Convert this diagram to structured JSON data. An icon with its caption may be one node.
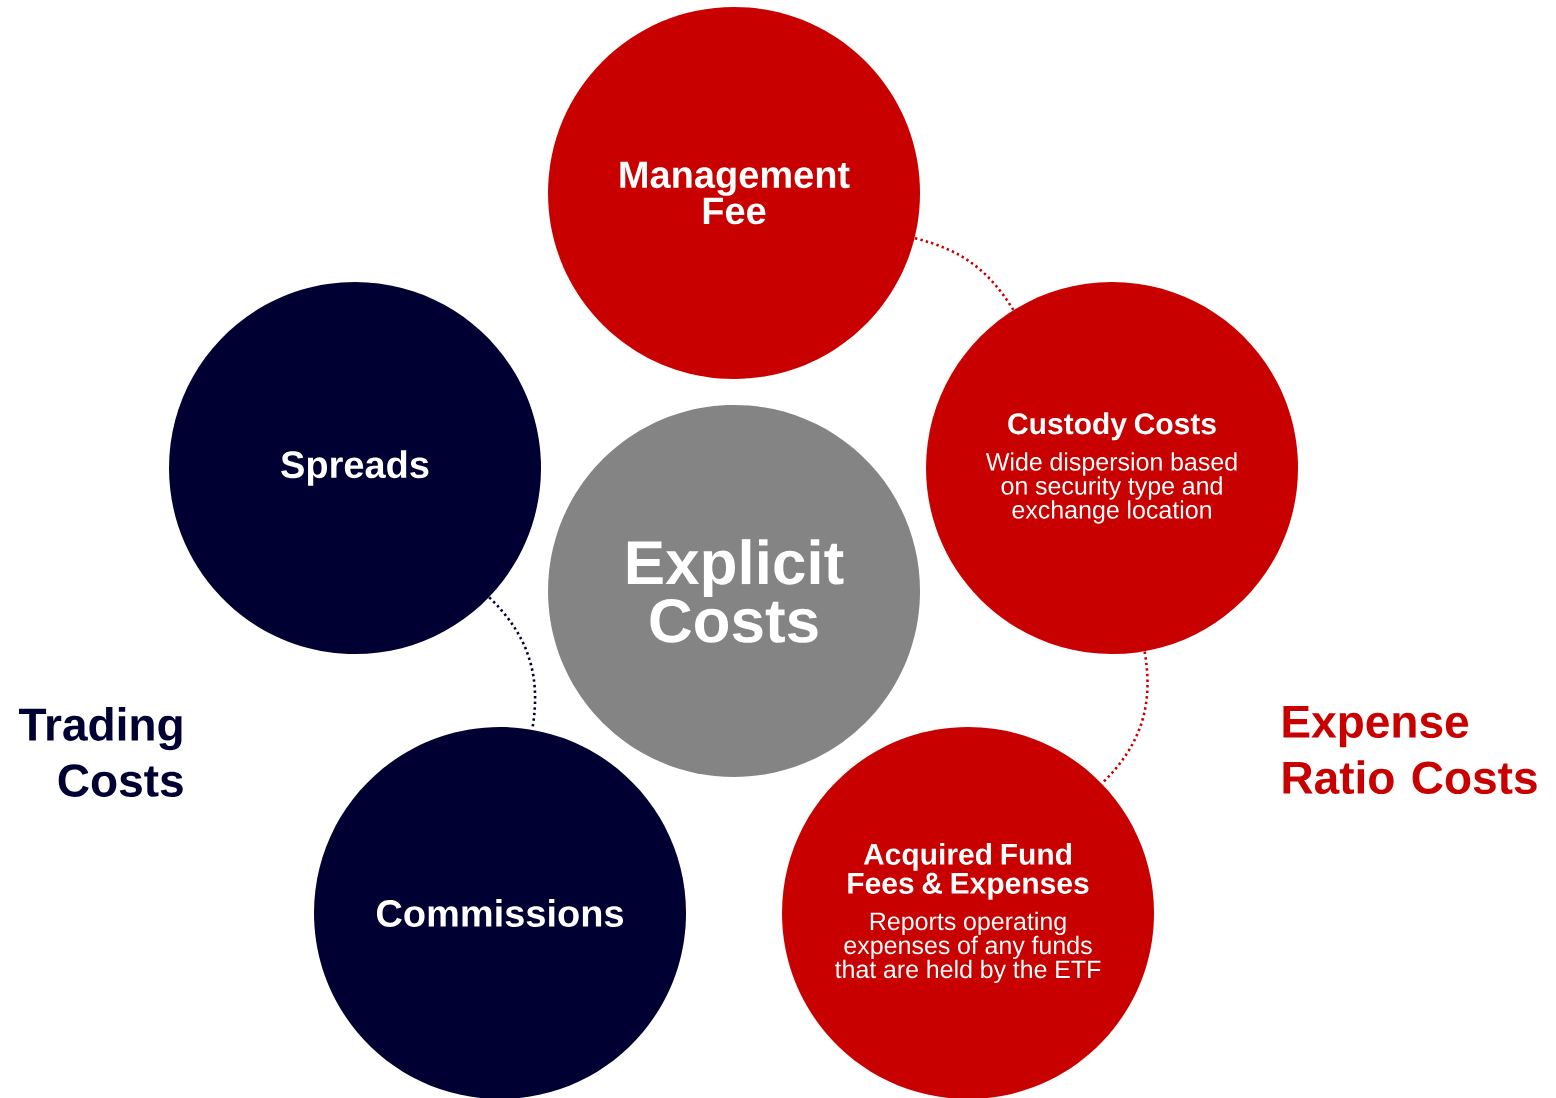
{
  "diagram": {
    "nodes": [
      {
        "text": [
          "Management Fee"
        ]
      },
      {
        "text": [
          "Spreads"
        ]
      },
      {
        "text": [
          "Explicit Costs"
        ]
      },
      {
        "text": [
          "Custody Costs",
          "Wide dispersion based on security type and exchange location"
        ]
      },
      {
        "text": [
          "Commissions"
        ]
      },
      {
        "text": [
          "Acquired Fund Fees & Expenses",
          "Reports operating expenses of any funds that are held by the ETF"
        ]
      }
    ],
    "edges": [
      {
        "from": 0,
        "to": 3,
        "arrow": "none",
        "style": "dashed"
      },
      {
        "from": 3,
        "to": 5,
        "arrow": "none",
        "style": "dashed"
      },
      {
        "from": 1,
        "to": 4,
        "arrow": "none",
        "style": "dashed",
        "color": "#000033"
      }
    ],
    "labels": [
      "Trading Costs",
      "Expense Ratio Costs"
    ]
  }
}
